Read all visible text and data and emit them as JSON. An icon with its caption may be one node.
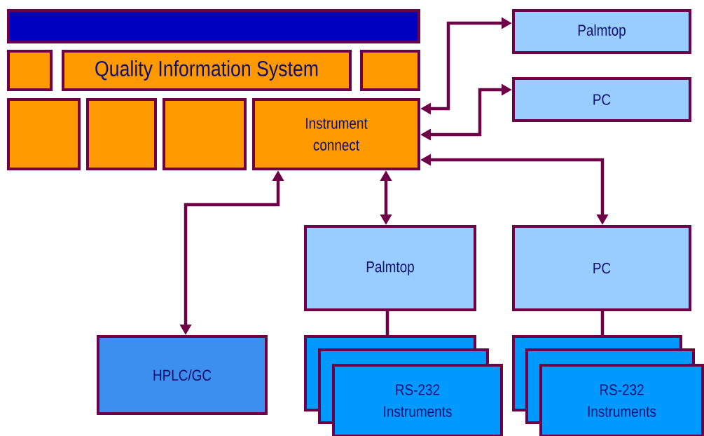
{
  "diagram": {
    "nodes": [
      {
        "text": [],
        "shape": "box"
      },
      {
        "text": [],
        "shape": "box"
      },
      {
        "text": [
          "Quality Information System"
        ]
      },
      {
        "text": [],
        "shape": "box"
      },
      {
        "text": [],
        "shape": "box"
      },
      {
        "text": [],
        "shape": "box"
      },
      {
        "text": [],
        "shape": "box"
      },
      {
        "text": [
          "Instrument connect"
        ]
      },
      {
        "text": [
          "Palmtop"
        ]
      },
      {
        "text": [
          "PC"
        ]
      },
      {
        "text": [
          "Palmtop"
        ]
      },
      {
        "text": [
          "PC"
        ]
      },
      {
        "text": [
          "HPLC/GC"
        ]
      },
      {
        "text": [],
        "shape": "box"
      },
      {
        "text": [],
        "shape": "box"
      },
      {
        "text": [
          "RS-232 Instruments"
        ]
      },
      {
        "text": [],
        "shape": "box"
      },
      {
        "text": [],
        "shape": "box"
      },
      {
        "text": [
          "RS-232 Instruments"
        ]
      }
    ],
    "edges": [
      {
        "from": 7,
        "to": 8,
        "arrow": "both"
      },
      {
        "from": 7,
        "to": 9,
        "arrow": "both"
      },
      {
        "from": 7,
        "to": 11,
        "arrow": "both"
      },
      {
        "from": 7,
        "to": 10,
        "arrow": "both"
      },
      {
        "from": 7,
        "to": 12,
        "arrow": "both"
      },
      {
        "from": 10,
        "to": 13,
        "arrow": "none"
      },
      {
        "from": 11,
        "to": 16,
        "arrow": "none"
      }
    ]
  }
}
